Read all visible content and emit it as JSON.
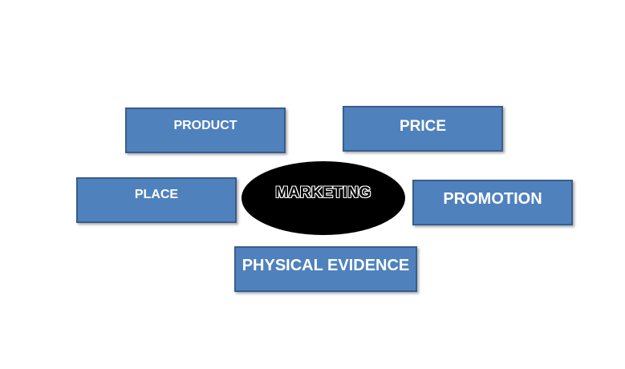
{
  "diagram": {
    "center": "MARKETING",
    "nodes": {
      "product": "PRODUCT",
      "price": "PRICE",
      "place": "PLACE",
      "promotion": "PROMOTION",
      "physical_evidence": "PHYSICAL EVIDENCE"
    }
  },
  "colors": {
    "box_fill": "#4f81bd",
    "box_border": "#385d8a",
    "box_text": "#ffffff",
    "center_fill": "#000000",
    "center_text_outline": "#ffffff"
  }
}
